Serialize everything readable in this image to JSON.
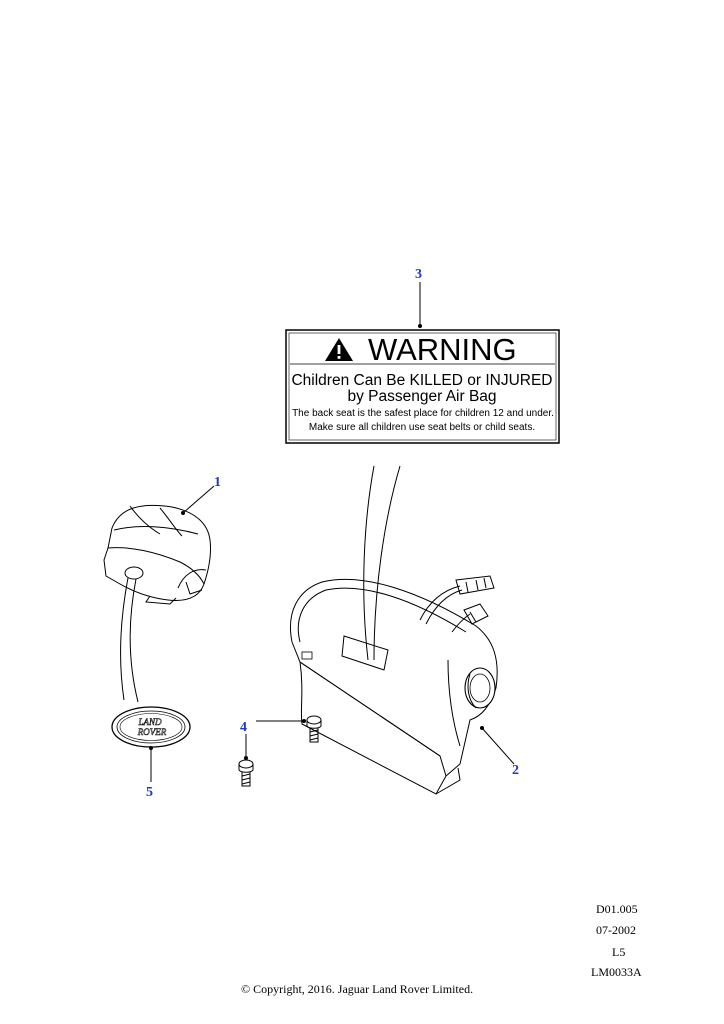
{
  "callouts": {
    "c1": "1",
    "c2": "2",
    "c3": "3",
    "c4": "4",
    "c5": "5"
  },
  "warning_label": {
    "title": "WARNING",
    "line1": "Children Can Be KILLED or INJURED",
    "line2": "by Passenger Air Bag",
    "line3": "The back seat is the safest place for children 12 and under.",
    "line4": "Make sure all children use seat belts or child seats."
  },
  "emblem": {
    "line1": "LAND",
    "line2": "ROVER"
  },
  "meta": {
    "ref": "D01.005",
    "date": "07-2002",
    "code": "L5",
    "illustration": "LM0033A",
    "copyright": "© Copyright, 2016. Jaguar Land Rover Limited."
  },
  "colors": {
    "callout": "#1f35c8",
    "line": "#000000",
    "background": "#ffffff"
  },
  "icons": {
    "warning": "warning-triangle-icon"
  }
}
